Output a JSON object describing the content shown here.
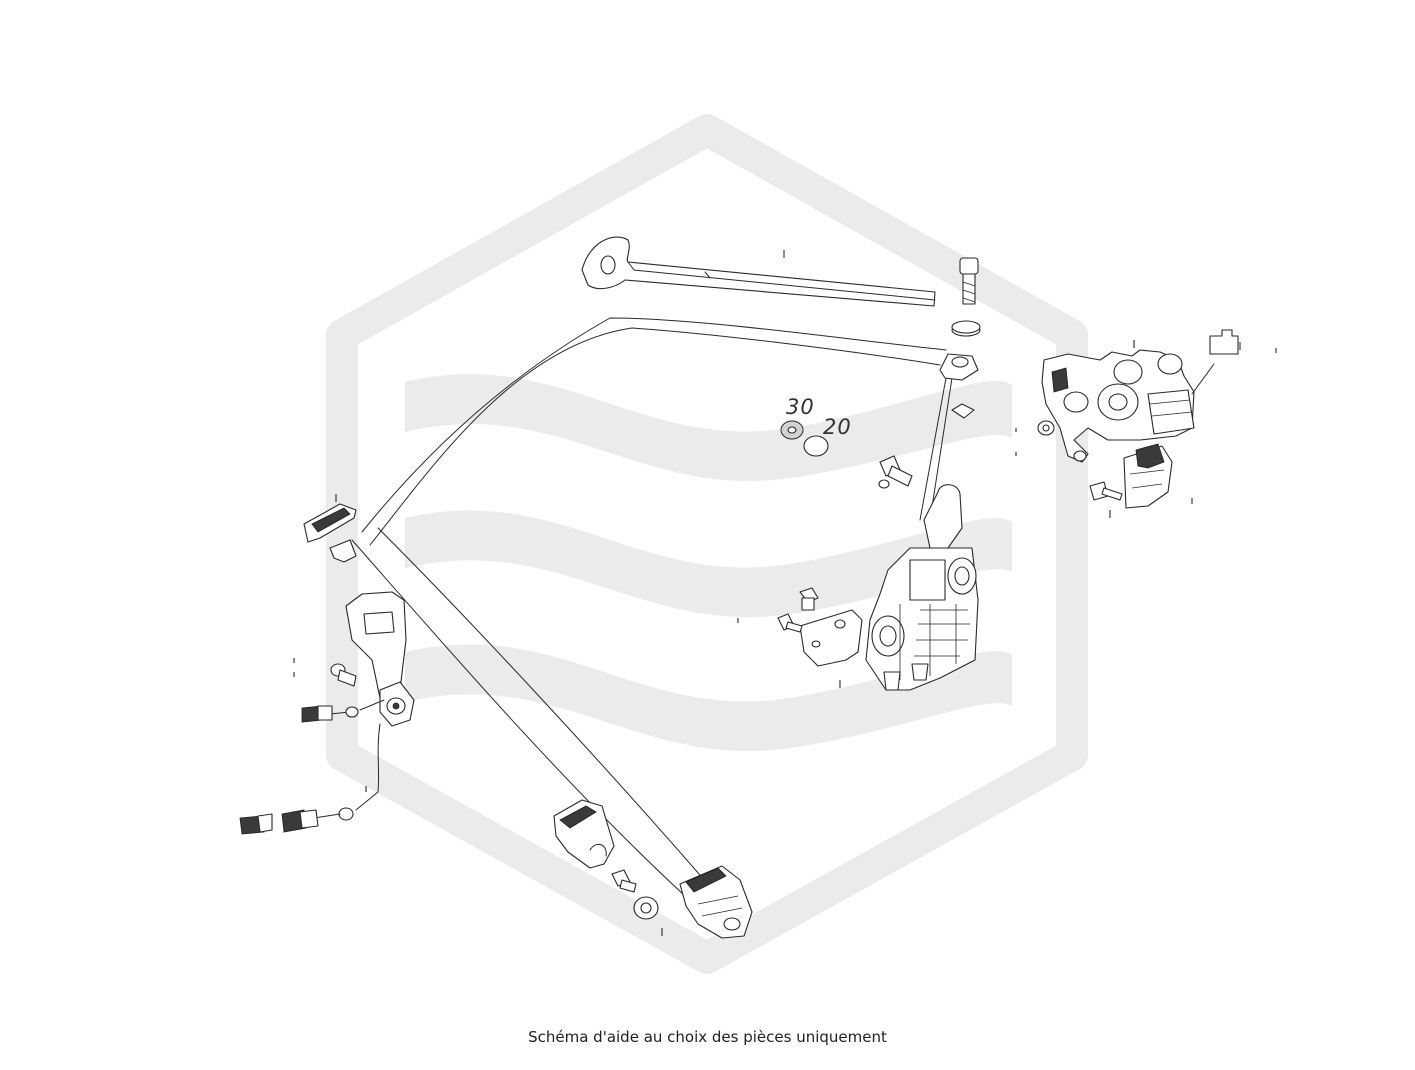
{
  "diagram": {
    "callouts": [
      {
        "id": "30",
        "label": "30"
      },
      {
        "id": "20",
        "label": "20"
      }
    ],
    "caption": "Schéma d'aide au choix des pièces uniquement"
  }
}
